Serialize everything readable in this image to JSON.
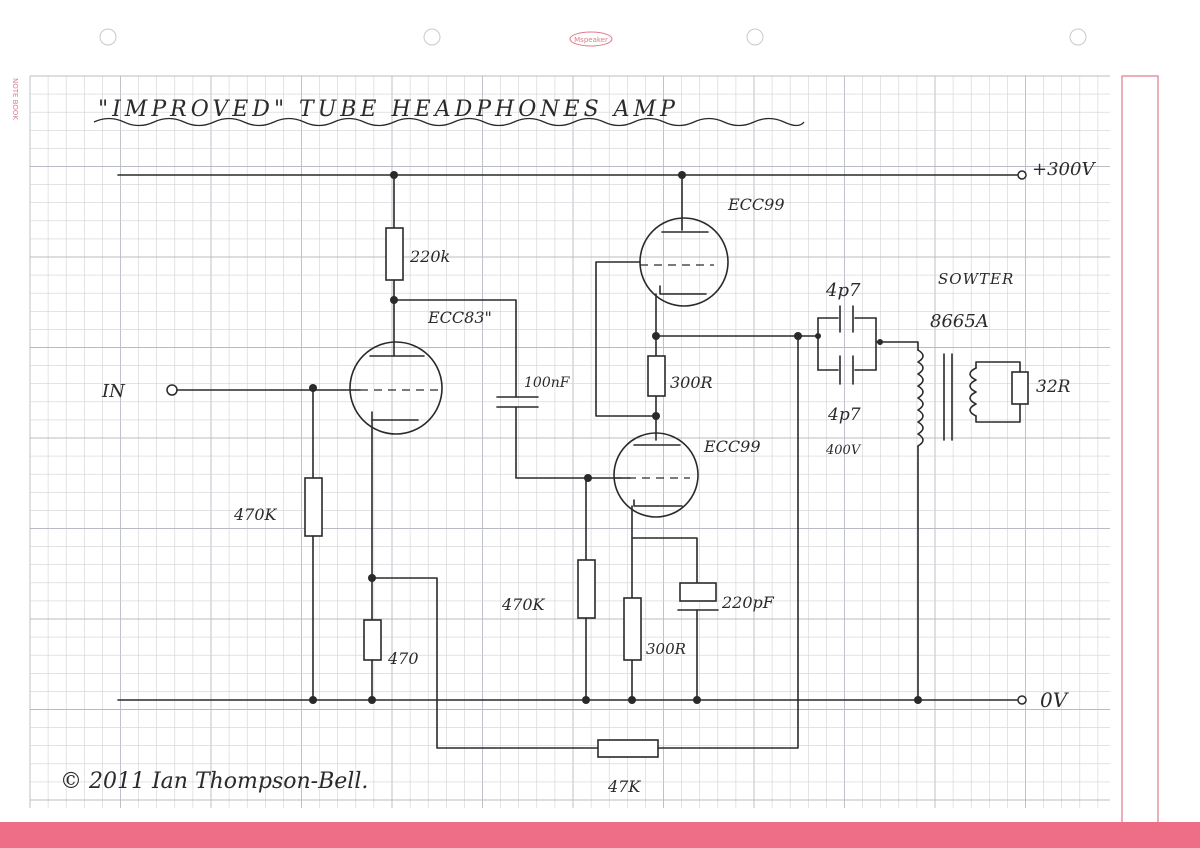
{
  "title": "\"IMPROVED\" TUBE HEADPHONES AMP",
  "sidebar_text": "NOTE BOOK",
  "logo_text": "Mspeaker",
  "rails": {
    "supply": "+300V",
    "ground": "0V"
  },
  "input_label": "IN",
  "components": {
    "r_plate_v1": "220k",
    "v1": "ECC83\"",
    "r_grid_v1": "470K",
    "r_cathode_v1": "470",
    "c_coupling": "100nF",
    "v2_upper": "ECC99",
    "r_between": "300R",
    "v2_lower": "ECC99",
    "r_grid_v2": "470K",
    "r_cathode_v2": "300R",
    "c_cathode_v2": "220pF",
    "c_out_top": "4p7",
    "c_out_bottom": "4p7",
    "c_out_voltage": "400V",
    "transformer_make": "SOWTER",
    "transformer_model": "8665A",
    "r_load": "32R",
    "r_feedback": "47K"
  },
  "copyright": "© 2011 Ian Thompson-Bell.",
  "colors": {
    "grid": "#cfd2d6",
    "ink": "#2a2a2a",
    "band": "#ee6e87",
    "margin": "#e07a8c"
  }
}
